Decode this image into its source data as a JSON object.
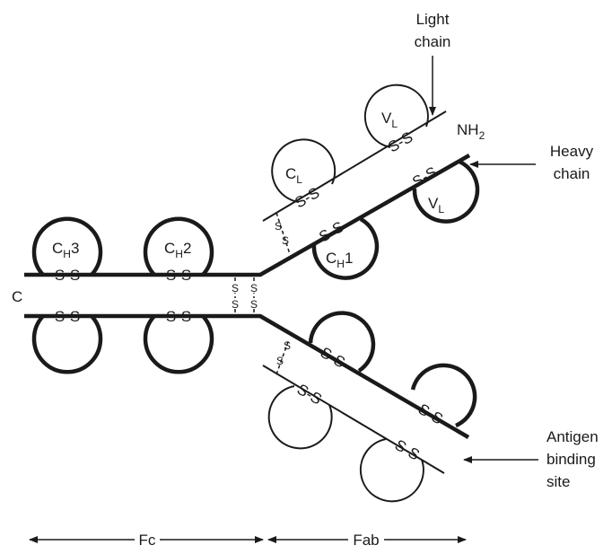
{
  "labels": {
    "light_chain": [
      "Light",
      "chain"
    ],
    "heavy_chain": [
      "Heavy",
      "chain"
    ],
    "antigen_binding_site": [
      "Antigen",
      "binding",
      "site"
    ],
    "nh2": {
      "main": "NH",
      "sub": "2"
    },
    "c_terminus": "C",
    "fc": "Fc",
    "fab": "Fab"
  },
  "disulfide": "S-S",
  "hinge_s": "S",
  "domains": {
    "ch3": {
      "main": "C",
      "sub": "H",
      "suffix": "3"
    },
    "ch2": {
      "main": "C",
      "sub": "H",
      "suffix": "2"
    },
    "ch1": {
      "main": "C",
      "sub": "H",
      "suffix": "1"
    },
    "cl": {
      "main": "C",
      "sub": "L",
      "suffix": ""
    },
    "vl_light": {
      "main": "V",
      "sub": "L",
      "suffix": ""
    },
    "vl_heavy": {
      "main": "V",
      "sub": "L",
      "suffix": ""
    }
  }
}
